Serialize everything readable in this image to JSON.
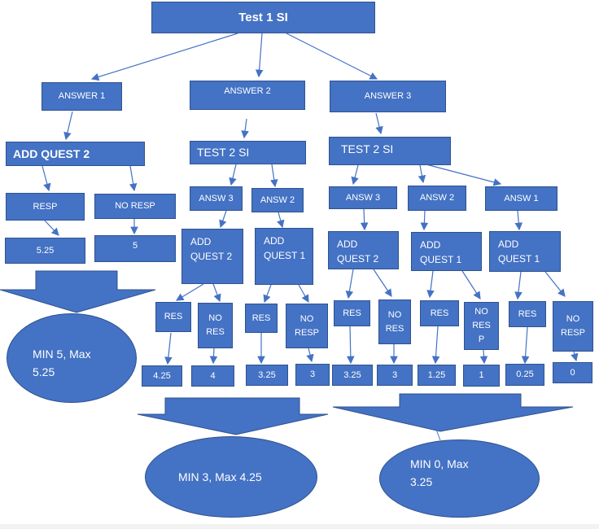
{
  "root": "Test 1 SI",
  "level1": [
    "ANSWER 1",
    "ANSWER 2",
    "ANSWER 3"
  ],
  "level2": [
    "ADD QUEST 2",
    "TEST 2 SI",
    "TEST 2 SI"
  ],
  "branch1": {
    "resp": "RESP",
    "no_resp": "NO RESP",
    "v1": "5.25",
    "v2": "5",
    "result": "MIN 5, Max\n5.25"
  },
  "branch2": {
    "answers": [
      "ANSW 3",
      "ANSW 2"
    ],
    "quests": [
      "ADD\nQUEST  2",
      "ADD\nQUEST 1"
    ],
    "res": [
      "RES",
      "NO\nRES",
      "RES",
      "NO\nRESP"
    ],
    "values": [
      "4.25",
      "4",
      "3.25",
      "3"
    ],
    "result": "MIN 3, Max 4.25"
  },
  "branch3": {
    "answers": [
      "ANSW  3",
      "ANSW 2",
      "ANSW  1"
    ],
    "quests": [
      "ADD\nQUEST  2",
      "ADD\nQUEST  1",
      "ADD\nQUEST  1"
    ],
    "res": [
      "RES",
      "NO\nRES",
      "RES",
      "NO\nRES\nP",
      "RES",
      "NO\nRESP"
    ],
    "values": [
      "3.25",
      "3",
      "1.25",
      "1",
      "0.25",
      "0"
    ],
    "result": "MIN 0, Max\n3.25"
  }
}
